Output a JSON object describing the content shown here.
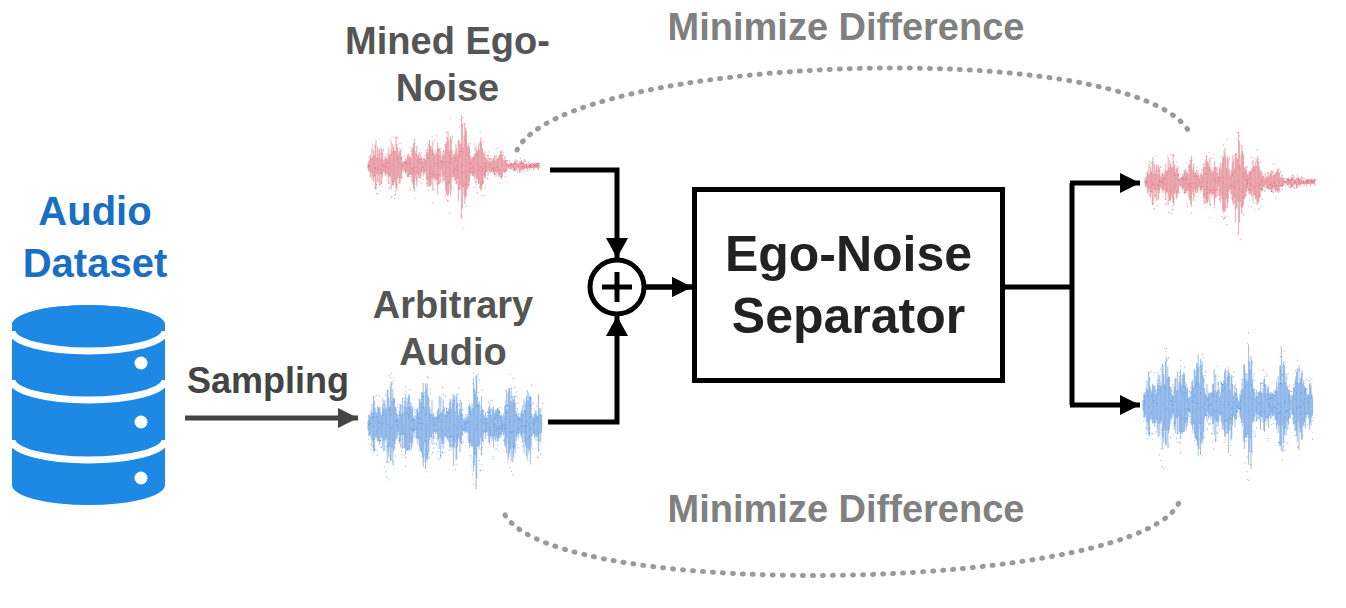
{
  "diagram": {
    "nodes": [
      {
        "text": [
          "Audio Dataset"
        ]
      },
      {
        "text": [
          "Mined Ego-Noise"
        ]
      },
      {
        "text": [
          "Arbitrary Audio"
        ]
      },
      {
        "text": [
          "Ego-Noise Separator"
        ]
      }
    ],
    "edges": [
      {
        "from": 0,
        "to": 2,
        "arrow": "to",
        "label": "Sampling"
      },
      {
        "from": 1,
        "to": 3,
        "arrow": "to"
      },
      {
        "from": 2,
        "to": 3,
        "arrow": "to"
      }
    ],
    "labels": [
      "Minimize Difference",
      "Minimize Difference"
    ]
  }
}
